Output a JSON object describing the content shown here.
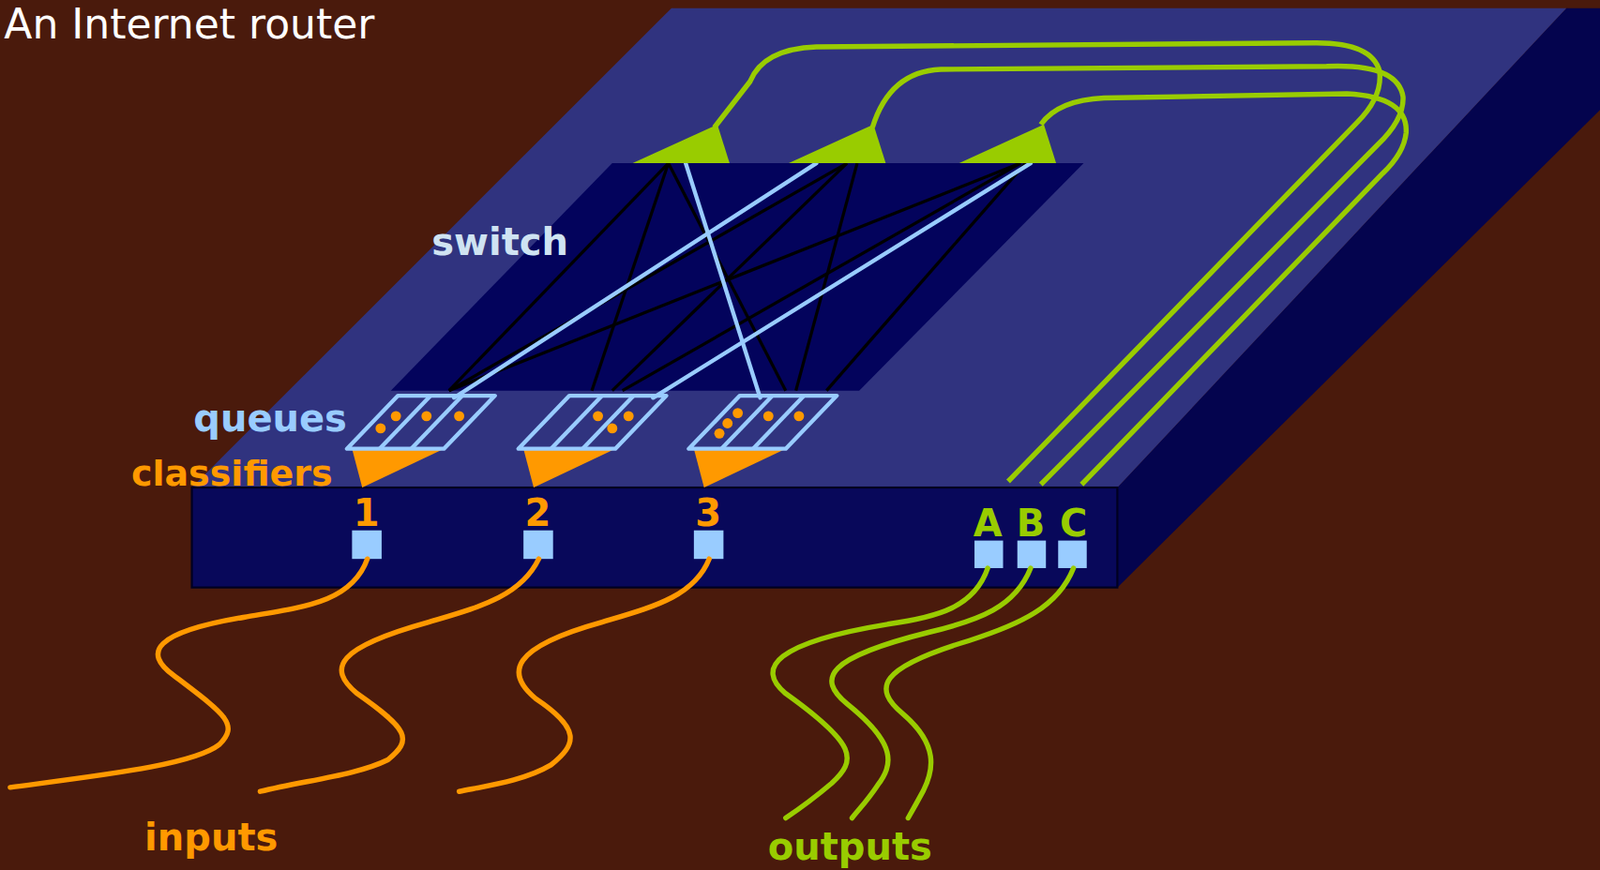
{
  "diagram": {
    "title": "An Internet router",
    "labels": [
      "switch",
      "queues",
      "classifiers",
      "1",
      "2",
      "3",
      "A",
      "B",
      "C",
      "inputs",
      "outputs"
    ]
  }
}
